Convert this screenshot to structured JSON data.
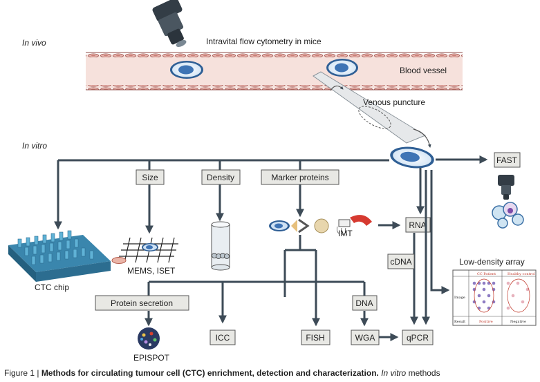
{
  "labels": {
    "in_vivo": "In vivo",
    "intravital": "Intravital flow cytometry in mice",
    "blood_vessel": "Blood vessel",
    "venous_puncture": "Venous puncture",
    "in_vitro": "In vitro",
    "ctc_chip": "CTC chip",
    "mems_iset": "MEMS, ISET",
    "imt": "IMT",
    "low_density_array": "Low-density array",
    "episopt": "EPISPOT"
  },
  "boxes": {
    "size": "Size",
    "density": "Density",
    "marker_proteins": "Marker proteins",
    "fast": "FAST",
    "rna": "RNA",
    "cdna": "cDNA",
    "protein_secretion": "Protein secretion",
    "dna": "DNA",
    "icc": "ICC",
    "fish": "FISH",
    "wga": "WGA",
    "qpcr": "qPCR"
  },
  "array_panel": {
    "col1": "CC Patient",
    "col2": "Healthy control",
    "row1": "Image",
    "row2": "Result",
    "res1": "Positive",
    "res2": "Negative"
  },
  "caption": {
    "prefix": "Figure 1 | ",
    "bold": "Methods for circulating tumour cell (CTC) enrichment, detection and characterization.",
    "italic": " In vitro",
    "rest": " methods"
  },
  "colors": {
    "arrow": "#3d4b57",
    "vessel": "#f3dcd8",
    "cell": "#5b8fc7",
    "chip": "#4f9fc2",
    "box": "#e8e8e4"
  }
}
